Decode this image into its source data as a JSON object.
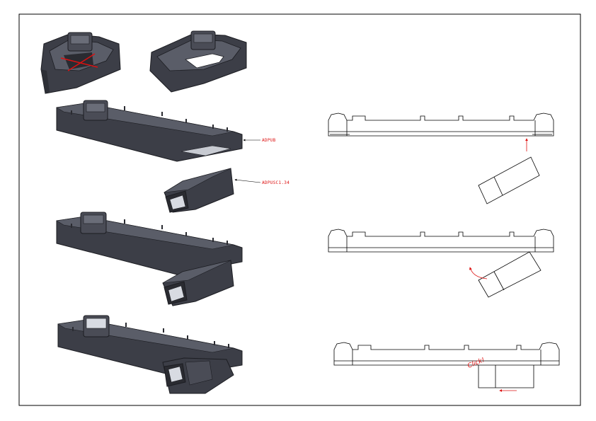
{
  "drawing": {
    "part_label_1": "ADPUB",
    "part_label_2": "ADPUSC1.34",
    "click_label": "Click!"
  },
  "colors": {
    "body_dark": "#3c3e47",
    "body_top": "#5a5d68",
    "edge": "#1c1d22",
    "highlight": "#d8dbe2",
    "annotation": "#dd1111",
    "line": "#000000"
  }
}
